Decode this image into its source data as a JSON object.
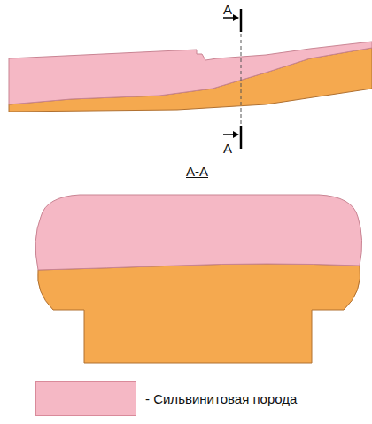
{
  "diagram": {
    "labels": [
      "A",
      "A",
      "A-A"
    ],
    "legend": [
      {
        "text": "- Сильвинитовая порода",
        "color": "#f5b8c5"
      }
    ]
  }
}
